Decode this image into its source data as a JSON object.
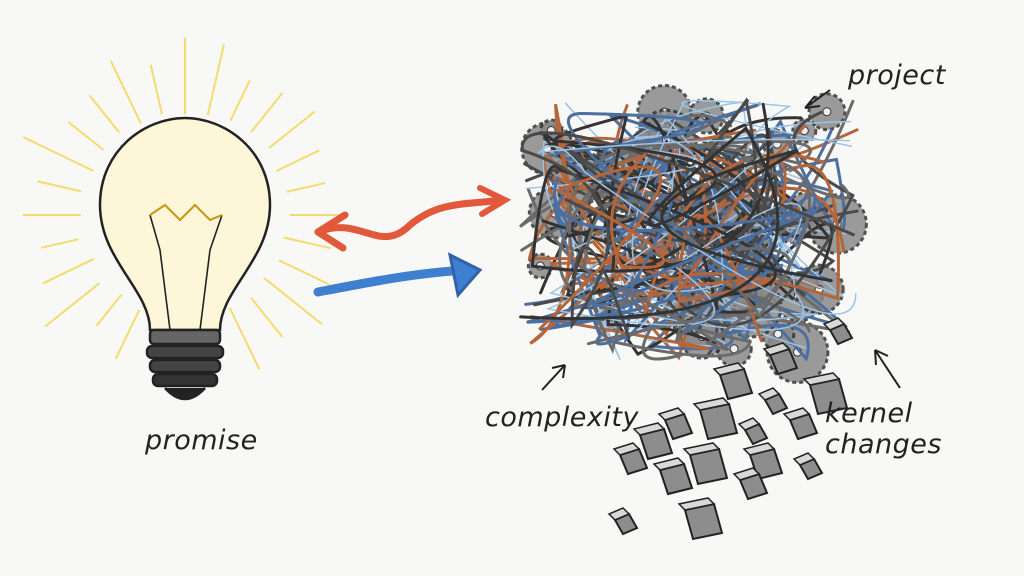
{
  "labels": {
    "promise": "promise",
    "project": "project",
    "complexity": "complexity",
    "kernel_changes": "kernel changes"
  },
  "colors": {
    "background": "#f8f8f6",
    "bulb_glow": "#f2d64b",
    "red_arrow": "#e2583a",
    "blue_arrow": "#3f7fd0",
    "wire_copper": "#b5653a",
    "wire_gray": "#4a4a4a",
    "sketch_blue": "#9cc4e8"
  },
  "icons": [
    "lightbulb-icon",
    "bidirectional-arrows-icon",
    "tangled-gears-icon",
    "falling-cubes-icon"
  ]
}
